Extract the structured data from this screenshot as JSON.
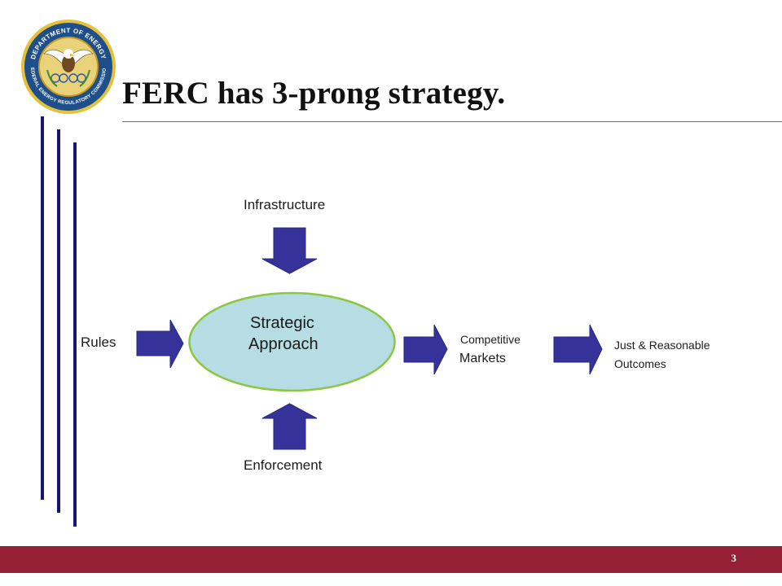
{
  "slide": {
    "title": "FERC has 3-prong strategy.",
    "page_number": "3"
  },
  "logo": {
    "icon": "ferc-seal-icon",
    "top_text": "DEPARTMENT OF ENERGY",
    "ring_text": "FEDERAL ENERGY REGULATORY COMMISSION"
  },
  "diagram": {
    "center_line1": "Strategic",
    "center_line2": "Approach",
    "top_label": "Infrastructure",
    "bottom_label": "Enforcement",
    "left_label": "Rules",
    "output1_line1": "Competitive",
    "output1_line2": "Markets",
    "output2_line1": "Just & Reasonable",
    "output2_line2": "Outcomes"
  },
  "colors": {
    "arrow": "#35339a",
    "ellipse_fill": "#b5dde3",
    "ellipse_stroke": "#8dc63f",
    "footer": "#951f35",
    "vertical_lines": "#16166e"
  }
}
